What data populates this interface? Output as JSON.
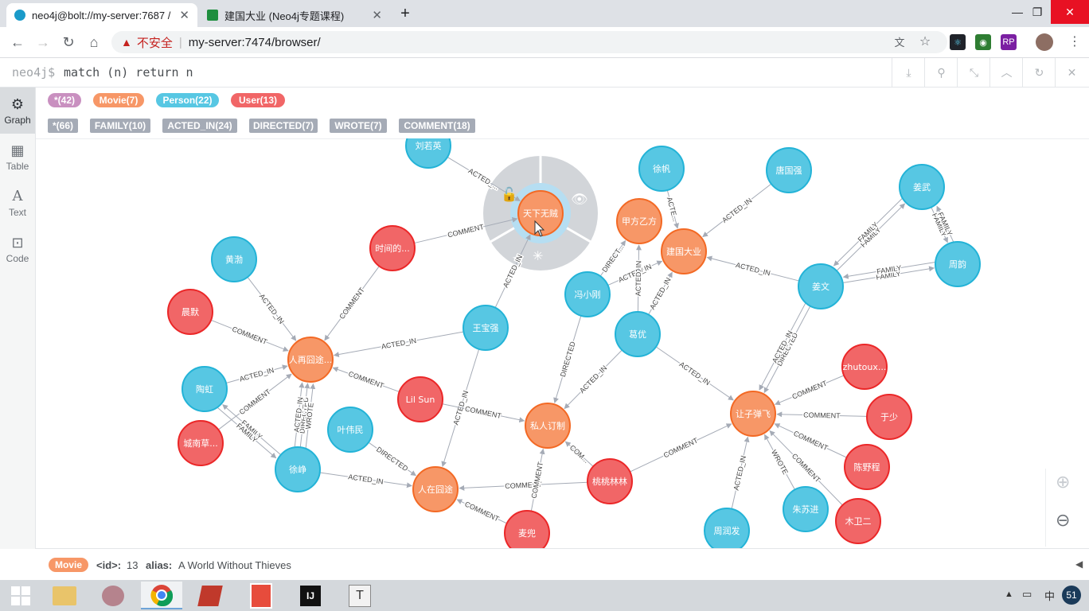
{
  "browser": {
    "tabs": [
      {
        "title": "neo4j@bolt://my-server:7687 /",
        "active": true
      },
      {
        "title": "建国大业 (Neo4j专题课程)",
        "active": false
      }
    ],
    "omnibox": {
      "security": "不安全",
      "url": "my-server:7474/browser/"
    }
  },
  "editor": {
    "prompt": "neo4j$",
    "query": "match (n) return n"
  },
  "sidenav": [
    {
      "label": "Graph",
      "active": true
    },
    {
      "label": "Table",
      "active": false
    },
    {
      "label": "Text",
      "active": false
    },
    {
      "label": "Code",
      "active": false
    }
  ],
  "legend": {
    "labels": [
      {
        "text": "*(42)",
        "color": "#c990c0"
      },
      {
        "text": "Movie(7)",
        "color": "#f79767"
      },
      {
        "text": "Person(22)",
        "color": "#57c7e3"
      },
      {
        "text": "User(13)",
        "color": "#f16667"
      }
    ],
    "relationships": [
      "*(66)",
      "FAMILY(10)",
      "ACTED_IN(24)",
      "DIRECTED(7)",
      "WROTE(7)",
      "COMMENT(18)"
    ]
  },
  "colors": {
    "movie": "#f79767",
    "person": "#57c7e3",
    "user": "#f16667",
    "rel": "#a5abb6"
  },
  "graph": {
    "nodes": [
      {
        "id": "tianxia",
        "label": "天下无贼",
        "type": "movie"
      },
      {
        "id": "jiafang",
        "label": "甲方乙方",
        "type": "movie"
      },
      {
        "id": "jianguo",
        "label": "建国大业",
        "type": "movie"
      },
      {
        "id": "renzaijiong2",
        "label": "人再囧途...",
        "type": "movie"
      },
      {
        "id": "siren",
        "label": "私人订制",
        "type": "movie"
      },
      {
        "id": "rangzidan",
        "label": "让子弹飞",
        "type": "movie"
      },
      {
        "id": "renzaijiong",
        "label": "人在囧途",
        "type": "movie"
      },
      {
        "id": "liuruoying",
        "label": "刘若英",
        "type": "person"
      },
      {
        "id": "xufan",
        "label": "徐帆",
        "type": "person"
      },
      {
        "id": "tangguoqiang",
        "label": "唐国强",
        "type": "person"
      },
      {
        "id": "jiangwu",
        "label": "姜武",
        "type": "person"
      },
      {
        "id": "zhouyun",
        "label": "周韵",
        "type": "person"
      },
      {
        "id": "jiangwen",
        "label": "姜文",
        "type": "person"
      },
      {
        "id": "huangbo",
        "label": "黄渤",
        "type": "person"
      },
      {
        "id": "wangbaoqiang",
        "label": "王宝强",
        "type": "person"
      },
      {
        "id": "fengxiaogang",
        "label": "冯小刚",
        "type": "person"
      },
      {
        "id": "geyou",
        "label": "葛优",
        "type": "person"
      },
      {
        "id": "taohong",
        "label": "陶虹",
        "type": "person"
      },
      {
        "id": "yeweimin",
        "label": "叶伟民",
        "type": "person"
      },
      {
        "id": "xuzheng",
        "label": "徐峥",
        "type": "person"
      },
      {
        "id": "zhusujin",
        "label": "朱苏进",
        "type": "person"
      },
      {
        "id": "zhourunfa",
        "label": "周润发",
        "type": "person"
      },
      {
        "id": "shijiande",
        "label": "时间的...",
        "type": "user"
      },
      {
        "id": "chenmo",
        "label": "晨默",
        "type": "user"
      },
      {
        "id": "lilsun",
        "label": "Lil Sun",
        "type": "user"
      },
      {
        "id": "chengnancao",
        "label": "城南草...",
        "type": "user"
      },
      {
        "id": "taotaolinlin",
        "label": "桃桃林林",
        "type": "user"
      },
      {
        "id": "maidou",
        "label": "麦兜",
        "type": "user"
      },
      {
        "id": "zhutoux",
        "label": "zhutoux...",
        "type": "user"
      },
      {
        "id": "yushao",
        "label": "于少",
        "type": "user"
      },
      {
        "id": "chenyecheng",
        "label": "陈野程",
        "type": "user"
      },
      {
        "id": "muweier",
        "label": "木卫二",
        "type": "user"
      }
    ],
    "edges": [
      {
        "from": "liuruoying",
        "to": "tianxia",
        "label": "ACTED_..."
      },
      {
        "from": "shijiande",
        "to": "tianxia",
        "label": "COMMENT"
      },
      {
        "from": "xufan",
        "to": "jianguo",
        "label": "ACTE..."
      },
      {
        "from": "tangguoqiang",
        "to": "jianguo",
        "label": "ACTED_IN"
      },
      {
        "from": "jiangwen",
        "to": "jianguo",
        "label": "ACTED_IN"
      },
      {
        "from": "fengxiaogang",
        "to": "jiafang",
        "label": "DIRECT..."
      },
      {
        "from": "fengxiaogang",
        "to": "jianguo",
        "label": "ACTED_IN"
      },
      {
        "from": "geyou",
        "to": "jiafang",
        "label": "ACTED_IN"
      },
      {
        "from": "geyou",
        "to": "jianguo",
        "label": "ACTED_IN"
      },
      {
        "from": "jiangwen",
        "to": "jiangwu",
        "label": "FAMILY"
      },
      {
        "from": "jiangwu",
        "to": "jiangwen",
        "label": "FAMILY"
      },
      {
        "from": "jiangwu",
        "to": "zhouyun",
        "label": "FAMILY"
      },
      {
        "from": "zhouyun",
        "to": "jiangwu",
        "label": "FAMILY"
      },
      {
        "from": "jiangwen",
        "to": "zhouyun",
        "label": "FAMILY"
      },
      {
        "from": "zhouyun",
        "to": "jiangwen",
        "label": "FAMILY"
      },
      {
        "from": "jiangwen",
        "to": "rangzidan",
        "label": "DIRECTED"
      },
      {
        "from": "jiangwen",
        "to": "rangzidan",
        "label": "ACTED_IN"
      },
      {
        "from": "huangbo",
        "to": "renzaijiong2",
        "label": "ACTED_IN"
      },
      {
        "from": "chenmo",
        "to": "renzaijiong2",
        "label": "COMMENT"
      },
      {
        "from": "shijiande",
        "to": "renzaijiong2",
        "label": "COMMENT"
      },
      {
        "from": "wangbaoqiang",
        "to": "renzaijiong2",
        "label": "ACTED_IN"
      },
      {
        "from": "wangbaoqiang",
        "to": "tianxia",
        "label": "ACTED_IN"
      },
      {
        "from": "wangbaoqiang",
        "to": "renzaijiong",
        "label": "ACTED_IN"
      },
      {
        "from": "fengxiaogang",
        "to": "siren",
        "label": "DIRECTED"
      },
      {
        "from": "geyou",
        "to": "siren",
        "label": "ACTED_IN"
      },
      {
        "from": "geyou",
        "to": "rangzidan",
        "label": "ACTED_IN"
      },
      {
        "from": "taohong",
        "to": "renzaijiong2",
        "label": "ACTED_IN"
      },
      {
        "from": "xuzheng",
        "to": "renzaijiong2",
        "label": "DIRECTED"
      },
      {
        "from": "xuzheng",
        "to": "renzaijiong2",
        "label": "WROTE"
      },
      {
        "from": "xuzheng",
        "to": "renzaijiong2",
        "label": "ACTED_IN"
      },
      {
        "from": "xuzheng",
        "to": "taohong",
        "label": "FAMILY"
      },
      {
        "from": "taohong",
        "to": "xuzheng",
        "label": "FAMILY"
      },
      {
        "from": "chengnancao",
        "to": "renzaijiong2",
        "label": "COMMENT"
      },
      {
        "from": "lilsun",
        "to": "renzaijiong2",
        "label": "COMMENT"
      },
      {
        "from": "lilsun",
        "to": "siren",
        "label": "COMMENT"
      },
      {
        "from": "xuzheng",
        "to": "renzaijiong",
        "label": "ACTED_IN"
      },
      {
        "from": "yeweimin",
        "to": "renzaijiong",
        "label": "DIRECTED"
      },
      {
        "from": "taotaolinlin",
        "to": "renzaijiong",
        "label": "COMMENT"
      },
      {
        "from": "taotaolinlin",
        "to": "siren",
        "label": "COM..."
      },
      {
        "from": "taotaolinlin",
        "to": "rangzidan",
        "label": "COMMENT"
      },
      {
        "from": "maidou",
        "to": "siren",
        "label": "COMMENT"
      },
      {
        "from": "maidou",
        "to": "renzaijiong",
        "label": "COMMENT"
      },
      {
        "from": "zhutoux",
        "to": "rangzidan",
        "label": "COMMENT"
      },
      {
        "from": "yushao",
        "to": "rangzidan",
        "label": "COMMENT"
      },
      {
        "from": "chenyecheng",
        "to": "rangzidan",
        "label": "COMMENT"
      },
      {
        "from": "muweier",
        "to": "rangzidan",
        "label": "COMMENT"
      },
      {
        "from": "zhusujin",
        "to": "rangzidan",
        "label": "WROTE"
      },
      {
        "from": "zhourunfa",
        "to": "rangzidan",
        "label": "ACTED_IN"
      }
    ]
  },
  "status": {
    "label": "Movie",
    "id_key": "<id>:",
    "id_value": "13",
    "alias_key": "alias:",
    "alias_value": "A World Without Thieves"
  },
  "taskbar": {
    "ime": "中",
    "clock": "51"
  }
}
